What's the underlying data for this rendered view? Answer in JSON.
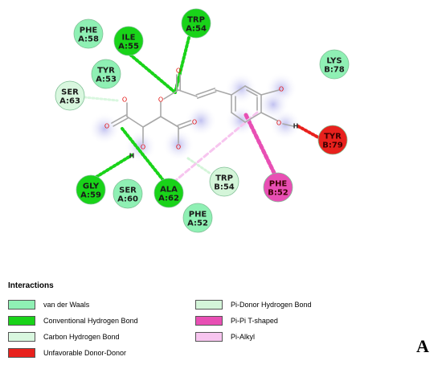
{
  "colors": {
    "van_der_waals": "#8ff0b4",
    "conventional_h_bond": "#19d319",
    "carbon_h_bond": "#d9f7df",
    "unfavorable_donor_donor": "#e8211d",
    "pi_donor_h_bond": "#d4f5d9",
    "pi_pi_t_shaped": "#e84fb4",
    "pi_alkyl": "#f7c5ef",
    "ligand_bond": "#a8a8a8",
    "oxygen": "#e3100e",
    "aromatic_glow": "#c9c9f2"
  },
  "residues": [
    {
      "name": "PHE",
      "id": "A:58",
      "type": "van_der_waals"
    },
    {
      "name": "ILE",
      "id": "A:55",
      "type": "conventional_h_bond"
    },
    {
      "name": "TRP",
      "id": "A:54",
      "type": "conventional_h_bond"
    },
    {
      "name": "TYR",
      "id": "A:53",
      "type": "van_der_waals"
    },
    {
      "name": "SER",
      "id": "A:63",
      "type": "carbon_h_bond"
    },
    {
      "name": "LYS",
      "id": "B:78",
      "type": "van_der_waals"
    },
    {
      "name": "TYR",
      "id": "B:79",
      "type": "unfavorable_donor_donor"
    },
    {
      "name": "GLY",
      "id": "A:59",
      "type": "conventional_h_bond"
    },
    {
      "name": "SER",
      "id": "A:60",
      "type": "van_der_waals"
    },
    {
      "name": "ALA",
      "id": "A:62",
      "type": "conventional_h_bond"
    },
    {
      "name": "TRP",
      "id": "B:54",
      "type": "pi_donor_h_bond"
    },
    {
      "name": "PHE",
      "id": "B:52",
      "type": "pi_pi_t_shaped"
    },
    {
      "name": "PHE",
      "id": "A:52",
      "type": "van_der_waals"
    }
  ],
  "atom_labels": {
    "oxygen": "O",
    "hydrogen": "H"
  },
  "legend": {
    "title": "Interactions",
    "items": [
      {
        "label": "van der Waals",
        "type": "van_der_waals"
      },
      {
        "label": "Conventional Hydrogen Bond",
        "type": "conventional_h_bond"
      },
      {
        "label": "Carbon Hydrogen Bond",
        "type": "carbon_h_bond"
      },
      {
        "label": "Unfavorable Donor-Donor",
        "type": "unfavorable_donor_donor"
      },
      {
        "label": "Pi-Donor Hydrogen Bond",
        "type": "pi_donor_h_bond"
      },
      {
        "label": "Pi-Pi T-shaped",
        "type": "pi_pi_t_shaped"
      },
      {
        "label": "Pi-Alkyl",
        "type": "pi_alkyl"
      }
    ]
  },
  "panel_label": "A"
}
